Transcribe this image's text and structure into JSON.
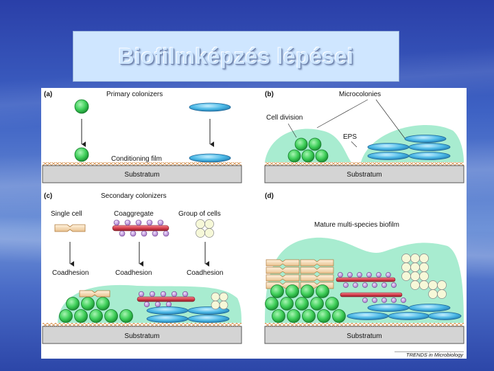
{
  "slide": {
    "title": "Biofilmképzés lépései"
  },
  "figure": {
    "credit": "TRENDS in Microbiology",
    "panels": {
      "a": {
        "letter": "(a)",
        "header": "Primary colonizers",
        "film_label": "Conditioning film",
        "substratum": "Substratum"
      },
      "b": {
        "letter": "(b)",
        "header": "Microcolonies",
        "cell_division": "Cell division",
        "eps": "EPS",
        "substratum": "Substratum"
      },
      "c": {
        "letter": "(c)",
        "header": "Secondary colonizers",
        "single_cell": "Single cell",
        "coaggregate": "Coaggregate",
        "group_of_cells": "Group of cells",
        "coadhesion": "Coadhesion",
        "substratum": "Substratum"
      },
      "d": {
        "letter": "(d)",
        "header": "Mature multi-species biofilm",
        "substratum": "Substratum"
      }
    },
    "colors": {
      "green_cell": "#3fcf5a",
      "blue_cell": "#4ab8e6",
      "eps_matrix": "#a8ecd0",
      "rod_cell": "#f7d9b0",
      "coaggregate_bar": "#d9404e",
      "coaggregate_bead": "#c79be0",
      "pale_coccus": "#f6f8d8",
      "substratum": "#d4d4d4"
    }
  }
}
